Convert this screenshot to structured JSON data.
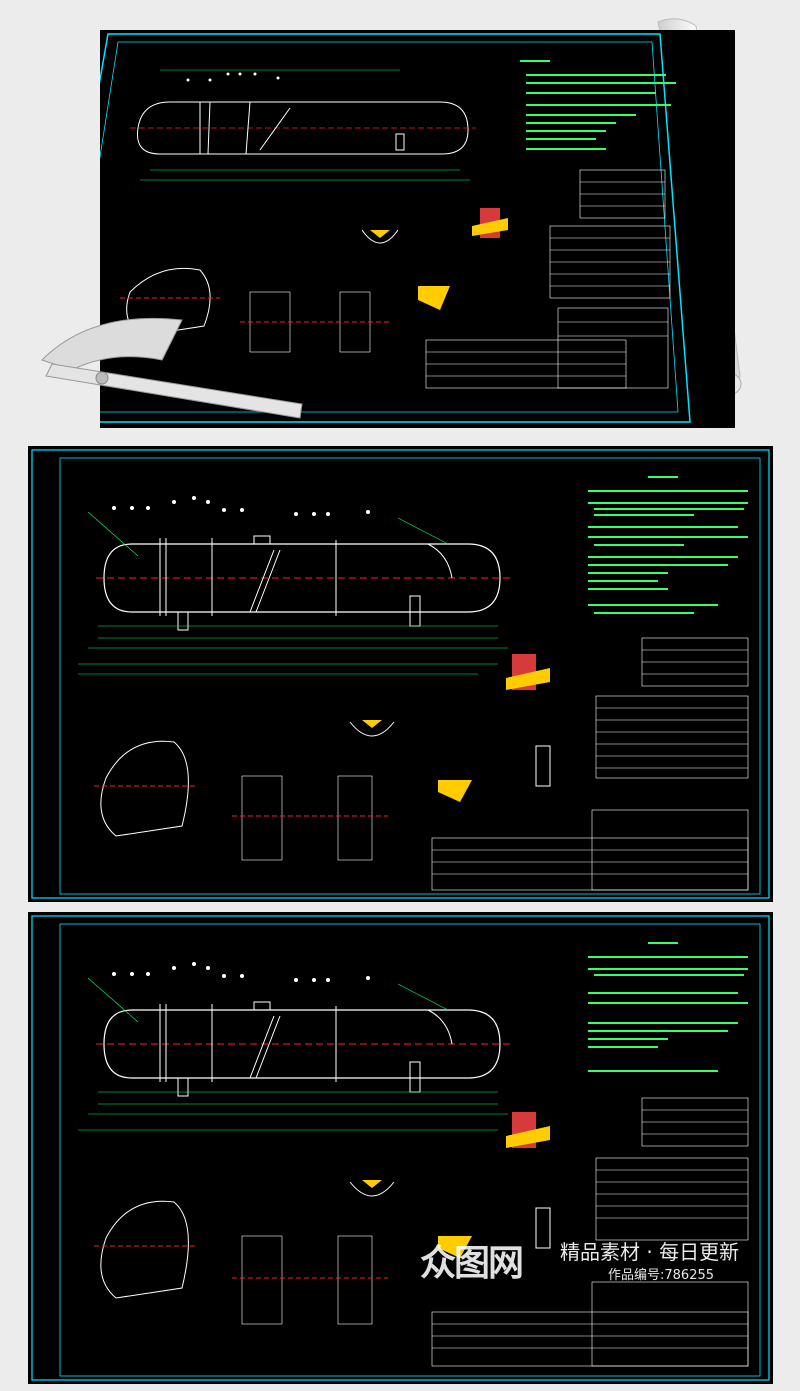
{
  "watermark": {
    "logo": "众图网",
    "slogan": "精品素材 · 每日更新",
    "id_text": "作品编号:786255"
  },
  "colors": {
    "frame": "#00e5ff",
    "line": "#ffffff",
    "center": "#ff2020",
    "dim": "#00ff66",
    "text": "#33ff66",
    "weld": "#ffcc00",
    "background": "#000000"
  },
  "icons": [
    "drawing-roll",
    "protractor-ruler"
  ]
}
